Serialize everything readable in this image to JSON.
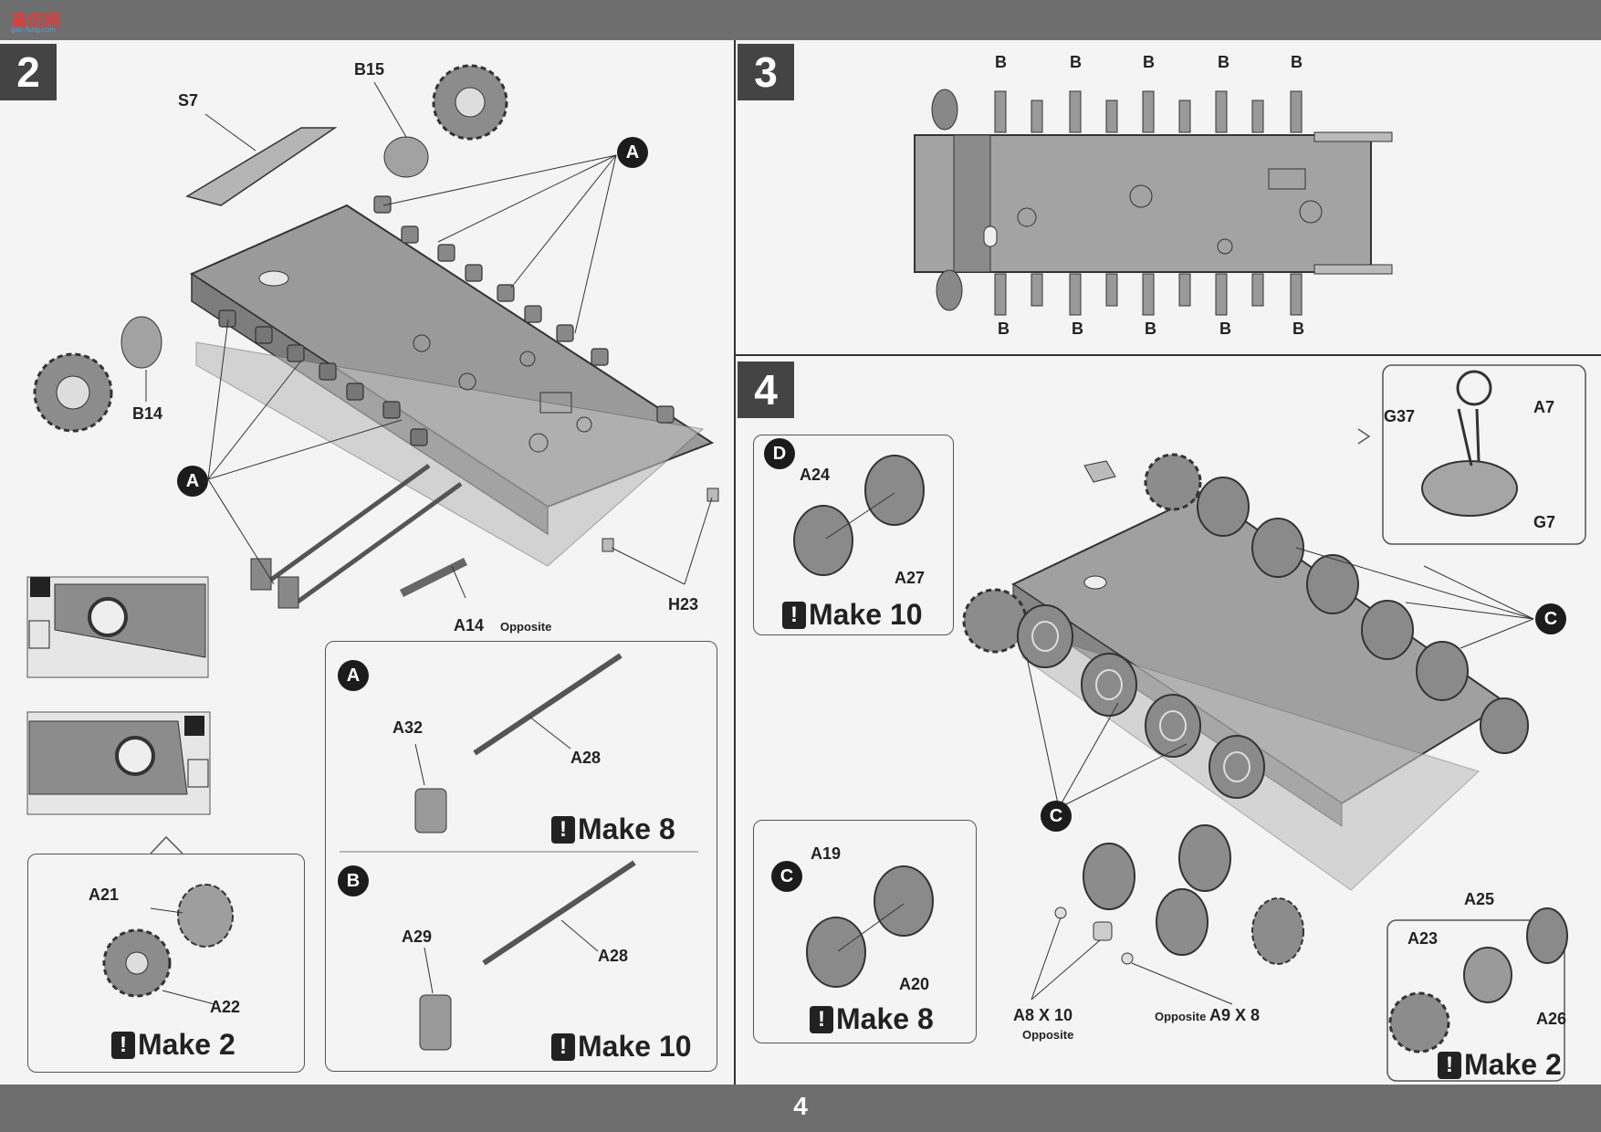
{
  "page_number": "4",
  "logo": {
    "text": "高仿网",
    "sub": "gao-fang.com"
  },
  "steps": {
    "step2": {
      "number": "2"
    },
    "step3": {
      "number": "3"
    },
    "step4": {
      "number": "4"
    }
  },
  "step2_labels": {
    "s7": "S7",
    "b15": "B15",
    "b14": "B14",
    "a14": "A14",
    "opposite": "Opposite",
    "h23": "H23",
    "callout_a_top": "A",
    "callout_a_left": "A"
  },
  "subA": {
    "tag": "A",
    "a32": "A32",
    "a28": "A28",
    "make": "Make 8"
  },
  "subB": {
    "tag": "B",
    "a29": "A29",
    "a28": "A28",
    "make": "Make 10"
  },
  "sprocket": {
    "a21": "A21",
    "a22": "A22",
    "make": "Make 2"
  },
  "step3_labels": {
    "b": "B"
  },
  "step4_labels": {
    "g37": "G37",
    "a7": "A7",
    "g7": "G7",
    "c_right": "C",
    "c_left": "C",
    "a8": "A8 X 10",
    "a8_opposite": "Opposite",
    "a9_opposite": "Opposite",
    "a9": "A9 X 8"
  },
  "subD": {
    "tag": "D",
    "a24": "A24",
    "a27": "A27",
    "make": "Make 10"
  },
  "subC": {
    "tag": "C",
    "a19": "A19",
    "a20": "A20",
    "make": "Make 8"
  },
  "idler": {
    "a23": "A23",
    "a25": "A25",
    "a26": "A26",
    "make": "Make 2"
  }
}
